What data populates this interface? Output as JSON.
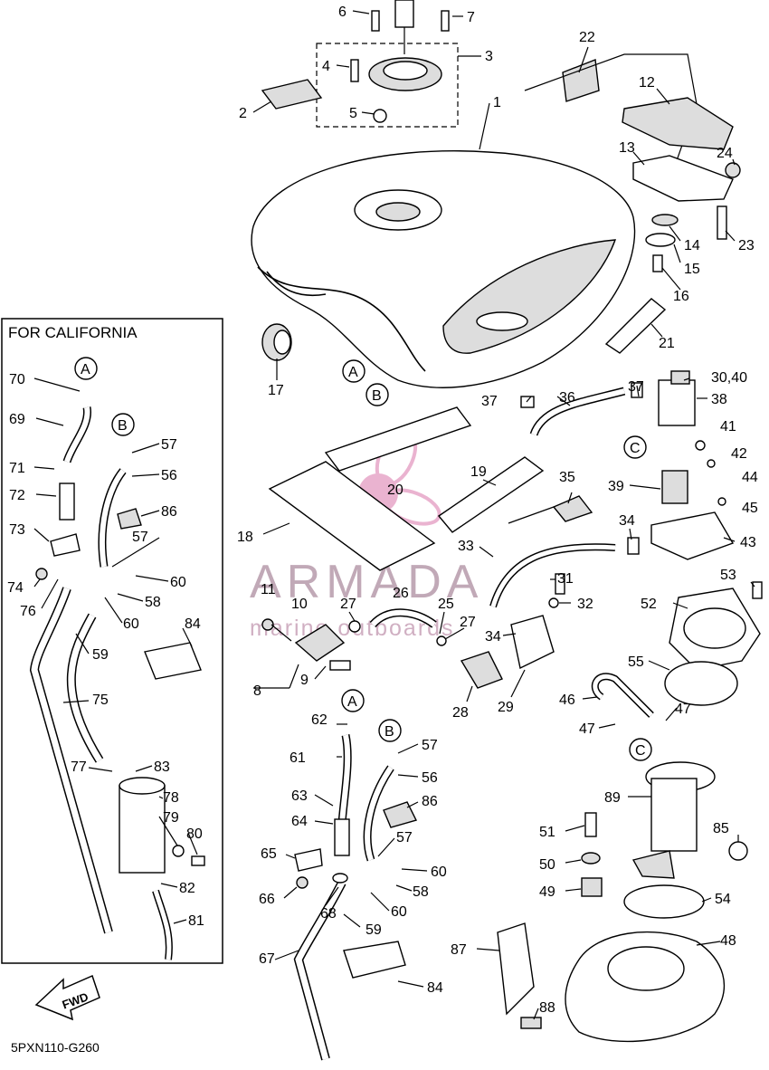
{
  "diagram_code": "5PXN110-G260",
  "california_box": {
    "title": "FOR CALIFORNIA"
  },
  "watermark": {
    "line1": "ARMADA",
    "line2": "marine outboards"
  },
  "fwd_label": "FWD",
  "circle_labels": {
    "a": "A",
    "b": "B",
    "c": "C"
  },
  "callouts": {
    "n1": "1",
    "n2": "2",
    "n3": "3",
    "n4": "4",
    "n5": "5",
    "n6": "6",
    "n7": "7",
    "n8": "8",
    "n9": "9",
    "n10": "10",
    "n11": "11",
    "n12": "12",
    "n13": "13",
    "n14": "14",
    "n15": "15",
    "n16": "16",
    "n17": "17",
    "n18": "18",
    "n19": "19",
    "n20": "20",
    "n21": "21",
    "n22": "22",
    "n23": "23",
    "n24": "24",
    "n25": "25",
    "n26": "26",
    "n27": "27",
    "n28": "28",
    "n29": "29",
    "n3040": "30,40",
    "n31": "31",
    "n32": "32",
    "n33": "33",
    "n34": "34",
    "n35": "35",
    "n36": "36",
    "n37": "37",
    "n38": "38",
    "n39": "39",
    "n41": "41",
    "n42": "42",
    "n43": "43",
    "n44": "44",
    "n45": "45",
    "n46": "46",
    "n47": "47",
    "n48": "48",
    "n49": "49",
    "n50": "50",
    "n51": "51",
    "n52": "52",
    "n53": "53",
    "n54": "54",
    "n55": "55",
    "n56": "56",
    "n57": "57",
    "n58": "58",
    "n59": "59",
    "n60": "60",
    "n61": "61",
    "n62": "62",
    "n63": "63",
    "n64": "64",
    "n65": "65",
    "n66": "66",
    "n67": "67",
    "n68": "68",
    "n69": "69",
    "n70": "70",
    "n71": "71",
    "n72": "72",
    "n73": "73",
    "n74": "74",
    "n75": "75",
    "n76": "76",
    "n77": "77",
    "n78": "78",
    "n79": "79",
    "n80": "80",
    "n81": "81",
    "n82": "82",
    "n83": "83",
    "n84": "84",
    "n85": "85",
    "n86": "86",
    "n87": "87",
    "n88": "88",
    "n89": "89"
  },
  "colors": {
    "line": "#000000",
    "watermark": "#c8a2b8",
    "watermark_logo": "#e7a6c8",
    "background": "#ffffff"
  }
}
